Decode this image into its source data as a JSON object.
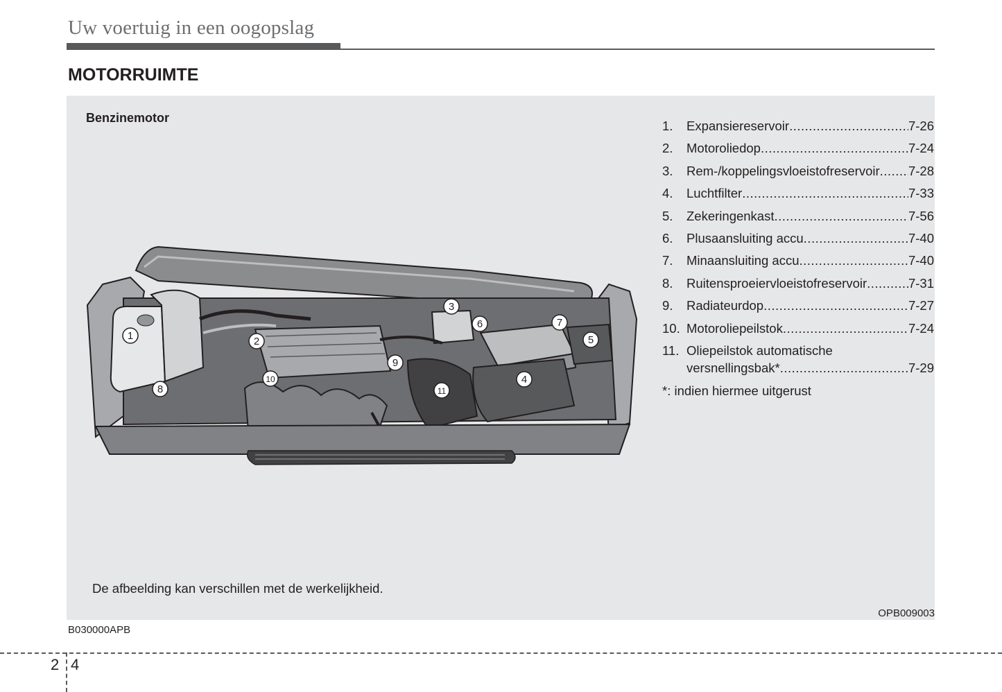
{
  "header": {
    "title": "Uw voertuig in een oogopslag"
  },
  "section": {
    "title": "MOTORRUIMTE"
  },
  "panel": {
    "subheading": "Benzinemotor",
    "legend": [
      {
        "num": "1.",
        "label": "Expansiereservoir",
        "page": "7-26"
      },
      {
        "num": "2.",
        "label": "Motoroliedop",
        "page": "7-24"
      },
      {
        "num": "3.",
        "label": "Rem-/koppelingsvloeistofreservoir",
        "page": "7-28"
      },
      {
        "num": "4.",
        "label": "Luchtfilter",
        "page": "7-33"
      },
      {
        "num": "5.",
        "label": "Zekeringenkast",
        "page": "7-56"
      },
      {
        "num": "6.",
        "label": "Plusaansluiting accu",
        "page": "7-40"
      },
      {
        "num": "7.",
        "label": "Minaansluiting accu",
        "page": "7-40"
      },
      {
        "num": "8.",
        "label": "Ruitensproeiervloeistofreservoir",
        "page": "7-31"
      },
      {
        "num": "9.",
        "label": "Radiateurdop",
        "page": "7-27"
      },
      {
        "num": "10.",
        "label": "Motoroliepeilstok",
        "page": "7-24"
      },
      {
        "num": "11.",
        "label": "Oliepeilstok automatische",
        "label2": "versnellingsbak*",
        "page": "7-29"
      }
    ],
    "note": "*: indien hiermee uitgerust",
    "caption": "De afbeelding kan verschillen met de werkelijkheid.",
    "figure_code": "OPB009003",
    "callouts": [
      "1",
      "2",
      "3",
      "4",
      "5",
      "6",
      "7",
      "8",
      "9",
      "10",
      "11"
    ]
  },
  "footer": {
    "ref_code": "B030000APB",
    "chapter": "2",
    "page": "4"
  }
}
